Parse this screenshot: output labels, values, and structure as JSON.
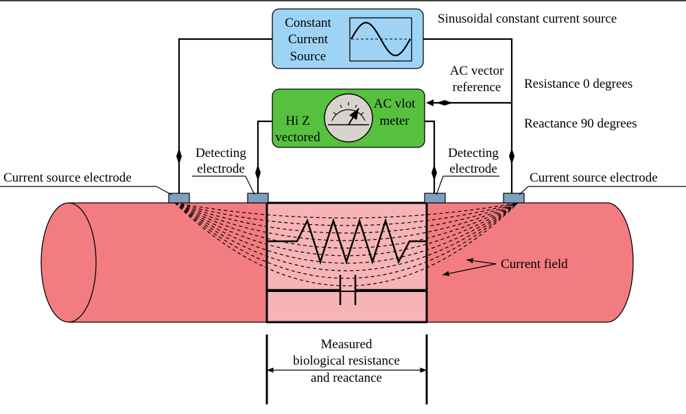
{
  "source_box": {
    "line1": "Constant",
    "line2": "Current",
    "line3": "Source"
  },
  "source_label": "Sinusoidal constant current source",
  "meter_box": {
    "left_line1": "Hi Z",
    "left_line2": "vectored",
    "right_line1": "AC vlot",
    "right_line2": "meter"
  },
  "vector_reference": {
    "line1": "AC vector",
    "line2": "reference"
  },
  "resistance_label": "Resistance 0 degrees",
  "reactance_label": "Reactance 90 degrees",
  "detecting_left": {
    "line1": "Detecting",
    "line2": "electrode"
  },
  "detecting_right": {
    "line1": "Detecting",
    "line2": "electrode"
  },
  "current_electrode_left": "Current source electrode",
  "current_electrode_right": "Current source electrode",
  "current_field_label": "Current field",
  "measured": {
    "line1": "Measured",
    "line2": "biological resistance",
    "line3": "and reactance"
  },
  "colors": {
    "tissue": "#f27c80",
    "measured_region": "#f6b4b6",
    "source_box": "#9fd3f5",
    "meter_box": "#57c13f",
    "electrode": "#7f9fbf",
    "dial": "#d9d3ce"
  }
}
